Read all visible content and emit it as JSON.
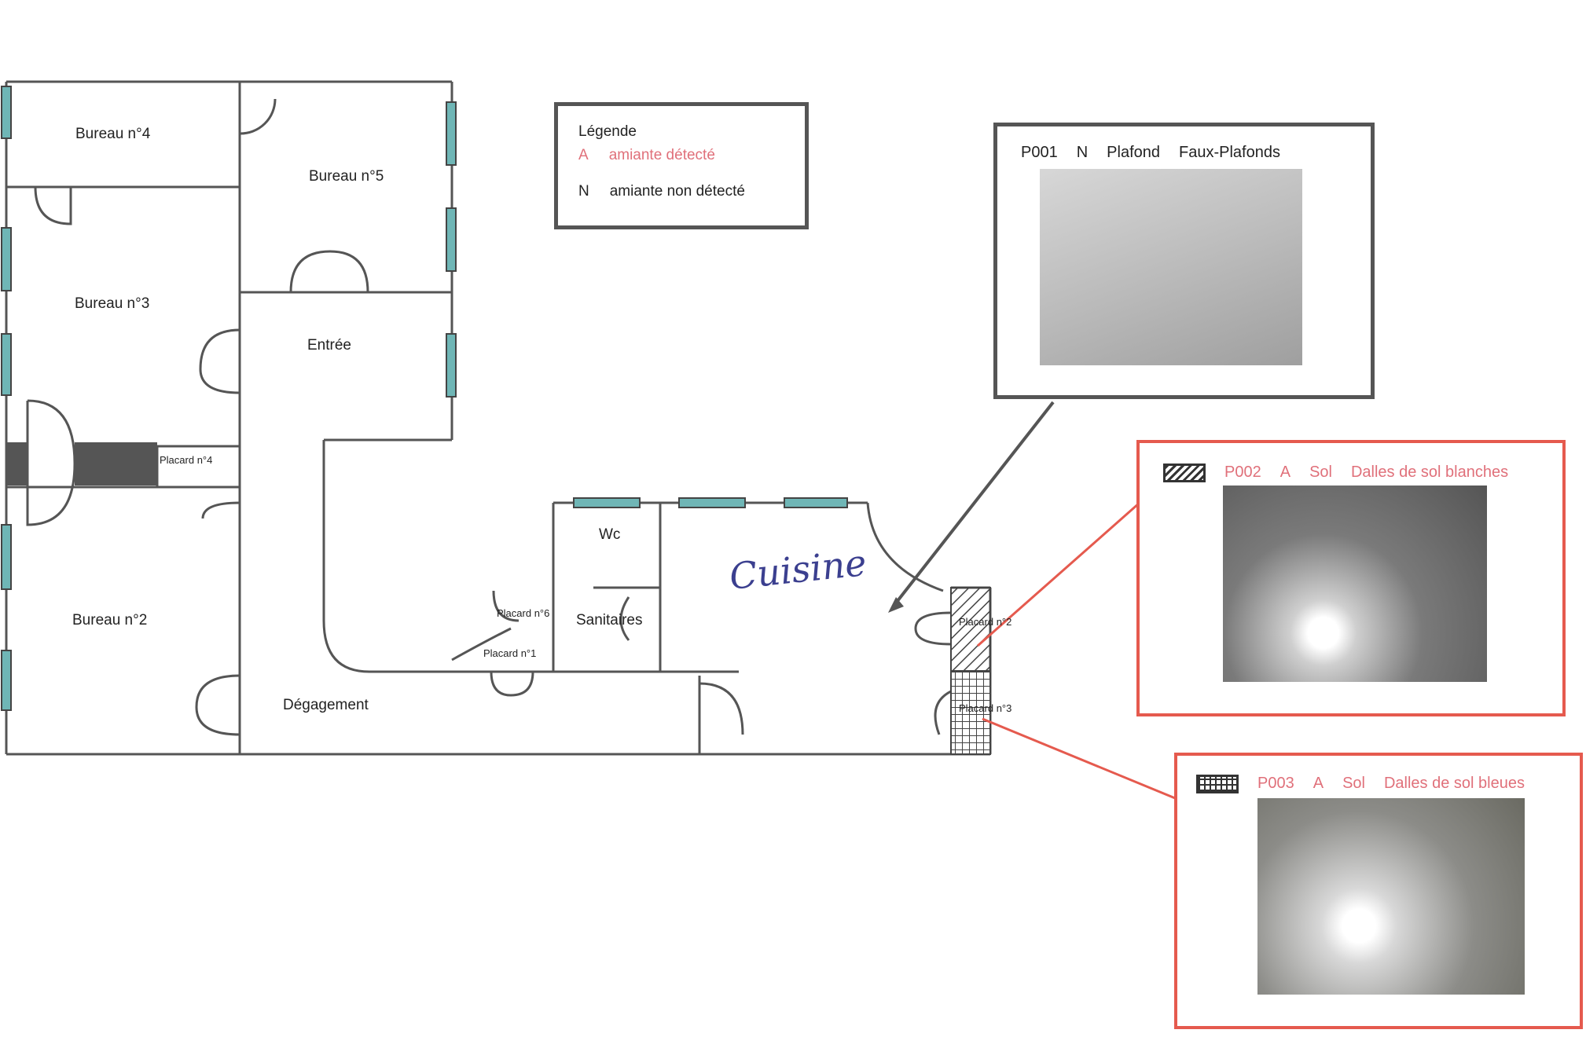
{
  "plan": {
    "rooms": {
      "bureau4": "Bureau n°4",
      "bureau5": "Bureau n°5",
      "bureau3": "Bureau n°3",
      "entree": "Entrée",
      "bureau2": "Bureau n°2",
      "placard4": "Placard n°4",
      "wc": "Wc",
      "sanitaires": "Sanitaires",
      "placard6": "Placard n°6",
      "placard1": "Placard n°1",
      "degagement": "Dégagement",
      "placard2": "Placard n°2",
      "placard3": "Placard n°3"
    },
    "handwritten": "Cuisine"
  },
  "legend": {
    "title": "Légende",
    "items": [
      {
        "code": "A",
        "label": "amiante détecté",
        "color": "#e0707a"
      },
      {
        "code": "N",
        "label": "amiante non détecté",
        "color": "#222222"
      }
    ]
  },
  "samples": [
    {
      "id": "P001",
      "status": "N",
      "location": "Plafond",
      "material": "Faux-Plafonds",
      "border": "#555555"
    },
    {
      "id": "P002",
      "status": "A",
      "location": "Sol",
      "material": "Dalles de sol blanches",
      "border": "#e55a4e",
      "pattern": "hatch"
    },
    {
      "id": "P003",
      "status": "A",
      "location": "Sol",
      "material": "Dalles de sol bleues",
      "border": "#e55a4e",
      "pattern": "grid"
    }
  ]
}
